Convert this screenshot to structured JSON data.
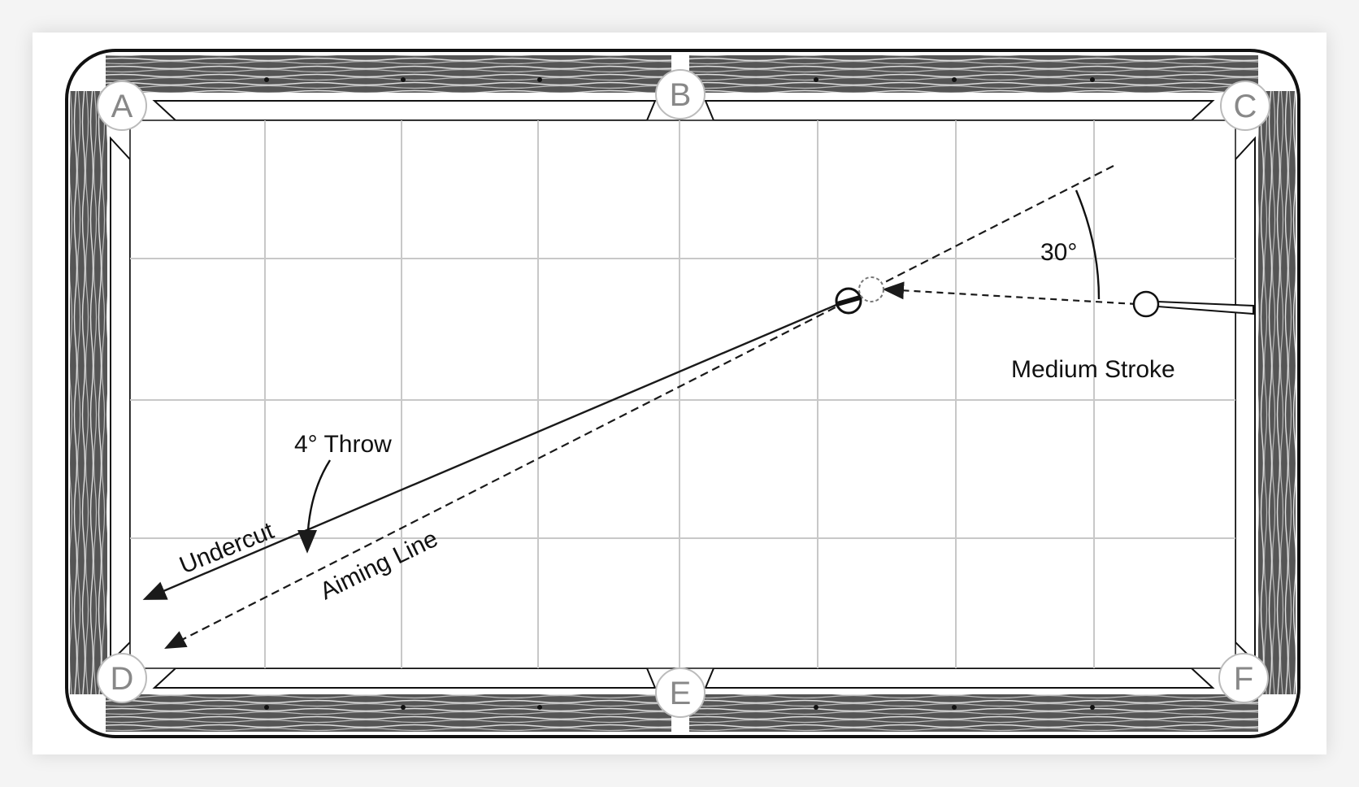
{
  "diagram": {
    "pockets": [
      {
        "id": "A",
        "label": "A"
      },
      {
        "id": "B",
        "label": "B"
      },
      {
        "id": "C",
        "label": "C"
      },
      {
        "id": "D",
        "label": "D"
      },
      {
        "id": "E",
        "label": "E"
      },
      {
        "id": "F",
        "label": "F"
      }
    ],
    "angle_label": "30°",
    "stroke_label": "Medium Stroke",
    "throw_label": "4° Throw",
    "undercut_label": "Undercut",
    "aiming_label": "Aiming Line"
  },
  "colors": {
    "line": "#1a1a1a",
    "grid": "#c8c8c8",
    "wood": "#3a3a3a",
    "pocket_label": "#888888"
  }
}
